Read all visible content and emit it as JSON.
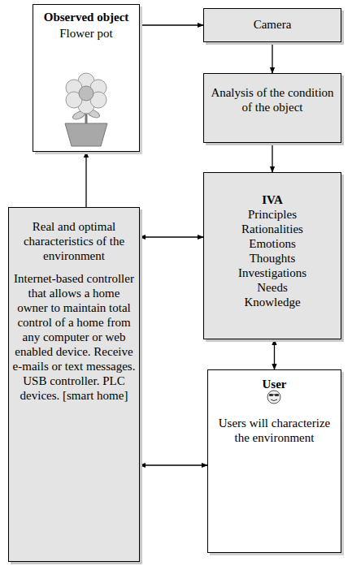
{
  "diagram": {
    "nodes": [
      {
        "text": [
          "Observed object",
          "Flower pot"
        ]
      },
      {
        "text": [
          "Camera"
        ]
      },
      {
        "text": [
          "Analysis of the condition of the object"
        ]
      },
      {
        "text": [
          "IVA",
          "Principles Rationalities Emotions Thoughts Investigations Needs Knowledge"
        ]
      },
      {
        "text": [
          "Real and optimal characteristics of the environment",
          "Internet-based controller that allows a home owner to maintain total control of a home from any computer or web enabled device. Receive e-mails or text messages. USB controller. PLC devices. [smart home]"
        ]
      },
      {
        "text": [
          "User",
          "Users will characterize the environment"
        ]
      }
    ],
    "edges": [
      {
        "from": 0,
        "to": 1,
        "arrow": "to"
      },
      {
        "from": 1,
        "to": 2,
        "arrow": "to"
      },
      {
        "from": 2,
        "to": 3,
        "arrow": "to"
      },
      {
        "from": 3,
        "to": 5,
        "arrow": "both"
      },
      {
        "from": 4,
        "to": 3,
        "arrow": "both"
      },
      {
        "from": 4,
        "to": 5,
        "arrow": "both"
      },
      {
        "from": 4,
        "to": 0,
        "arrow": "to"
      }
    ]
  }
}
